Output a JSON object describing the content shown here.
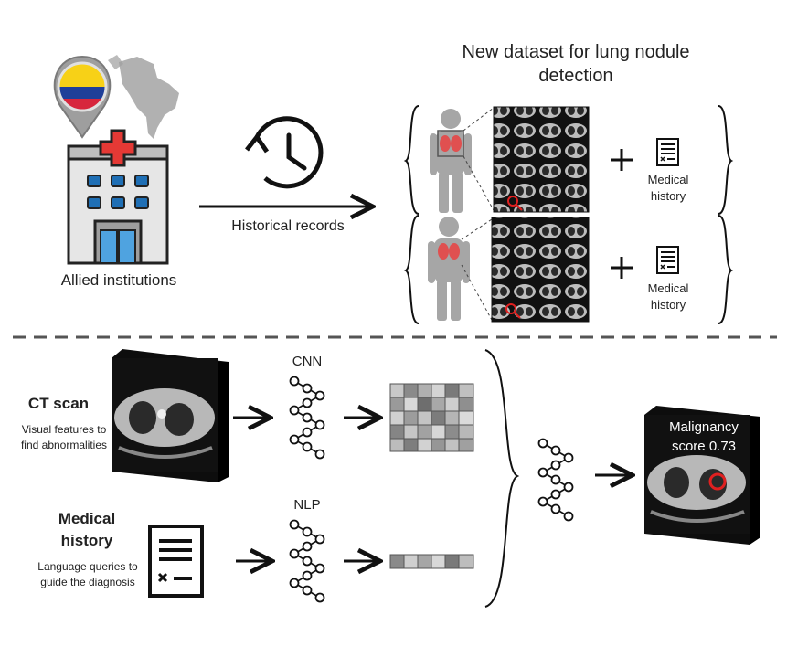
{
  "title": "New dataset for lung nodule detection",
  "institutions_label": "Allied institutions",
  "historical_label": "Historical records",
  "medical_history_small": "Medical history",
  "ct_scan": {
    "label": "CT scan",
    "description": "Visual features to find abnormalities"
  },
  "medical_history": {
    "label": "Medical history",
    "description": "Language queries to guide the diagnosis"
  },
  "cnn_label": "CNN",
  "nlp_label": "NLP",
  "output": {
    "label": "Malignancy score 0.73"
  },
  "icons": [
    "location-pin-icon",
    "colombia-flag-icon",
    "hospital-icon",
    "clock-history-icon",
    "person-icon",
    "lungs-icon",
    "plus-icon",
    "document-icon",
    "arrow-icon",
    "neural-network-icon"
  ],
  "colors": {
    "flag_yellow": "#f7d117",
    "flag_blue": "#1f3f99",
    "flag_red": "#d7263d",
    "cross_red": "#e53935",
    "highlight_red": "#e02020",
    "ink": "#222222"
  }
}
